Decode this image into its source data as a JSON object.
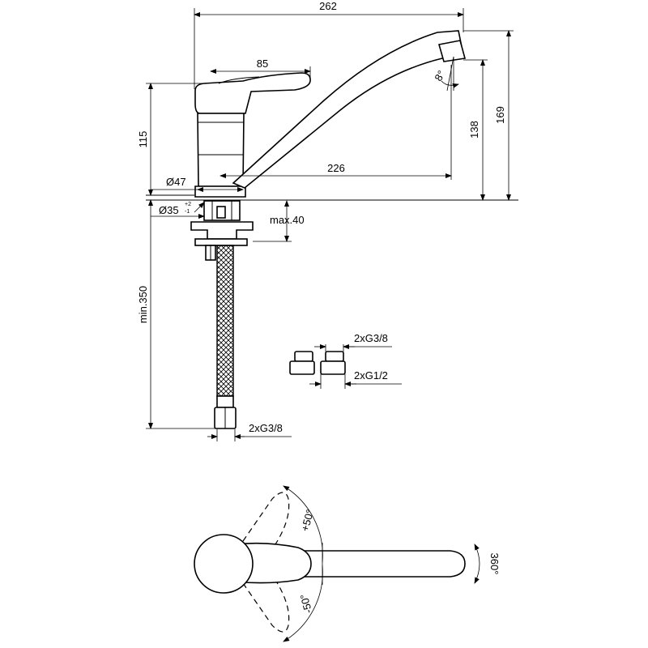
{
  "dimensions": {
    "overall_length": "262",
    "lever_length": "85",
    "body_height": "115",
    "spout_height_outlet": "138",
    "spout_height_top": "169",
    "spout_reach": "226",
    "body_diameter": "Ø47",
    "hole_diameter": "Ø35",
    "hole_tolerance_plus": "+2",
    "hole_tolerance_minus": "-1",
    "outlet_angle": "8°",
    "max_deck_thickness": "max.40",
    "min_hose_length": "min.350",
    "hose_connection": "2xG3/8",
    "adapter_thread_top": "2xG3/8",
    "adapter_thread_bottom": "2xG1/2"
  },
  "rotation": {
    "lever_plus": "+50°",
    "lever_minus": "-50°",
    "spout_swivel": "360°"
  }
}
